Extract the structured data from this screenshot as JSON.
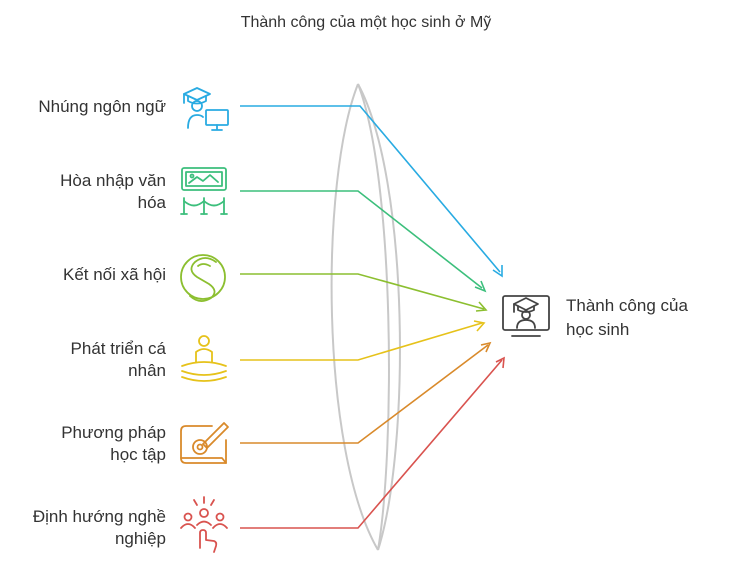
{
  "title": "Thành công của một học sinh ở Mỹ",
  "inputs": [
    {
      "label_lines": [
        "Nhúng ngôn ngữ"
      ],
      "icon": "student-computer-icon",
      "color": "#29abe2"
    },
    {
      "label_lines": [
        "Hòa nhập văn",
        "hóa"
      ],
      "icon": "culture-frame-icon",
      "color": "#3cbf7c"
    },
    {
      "label_lines": [
        "Kết nối xã hội"
      ],
      "icon": "social-s-icon",
      "color": "#8cbf30"
    },
    {
      "label_lines": [
        "Phát triển cá",
        "nhân"
      ],
      "icon": "meditation-icon",
      "color": "#e6c21a"
    },
    {
      "label_lines": [
        "Phương pháp",
        "học tập"
      ],
      "icon": "study-pen-icon",
      "color": "#d98a2b"
    },
    {
      "label_lines": [
        "Định hướng nghề",
        "nghiệp"
      ],
      "icon": "career-people-icon",
      "color": "#d9534f"
    }
  ],
  "output": {
    "label_lines": [
      "Thành công của",
      "học sinh"
    ],
    "icon": "graduate-monitor-icon",
    "color": "#444444"
  }
}
